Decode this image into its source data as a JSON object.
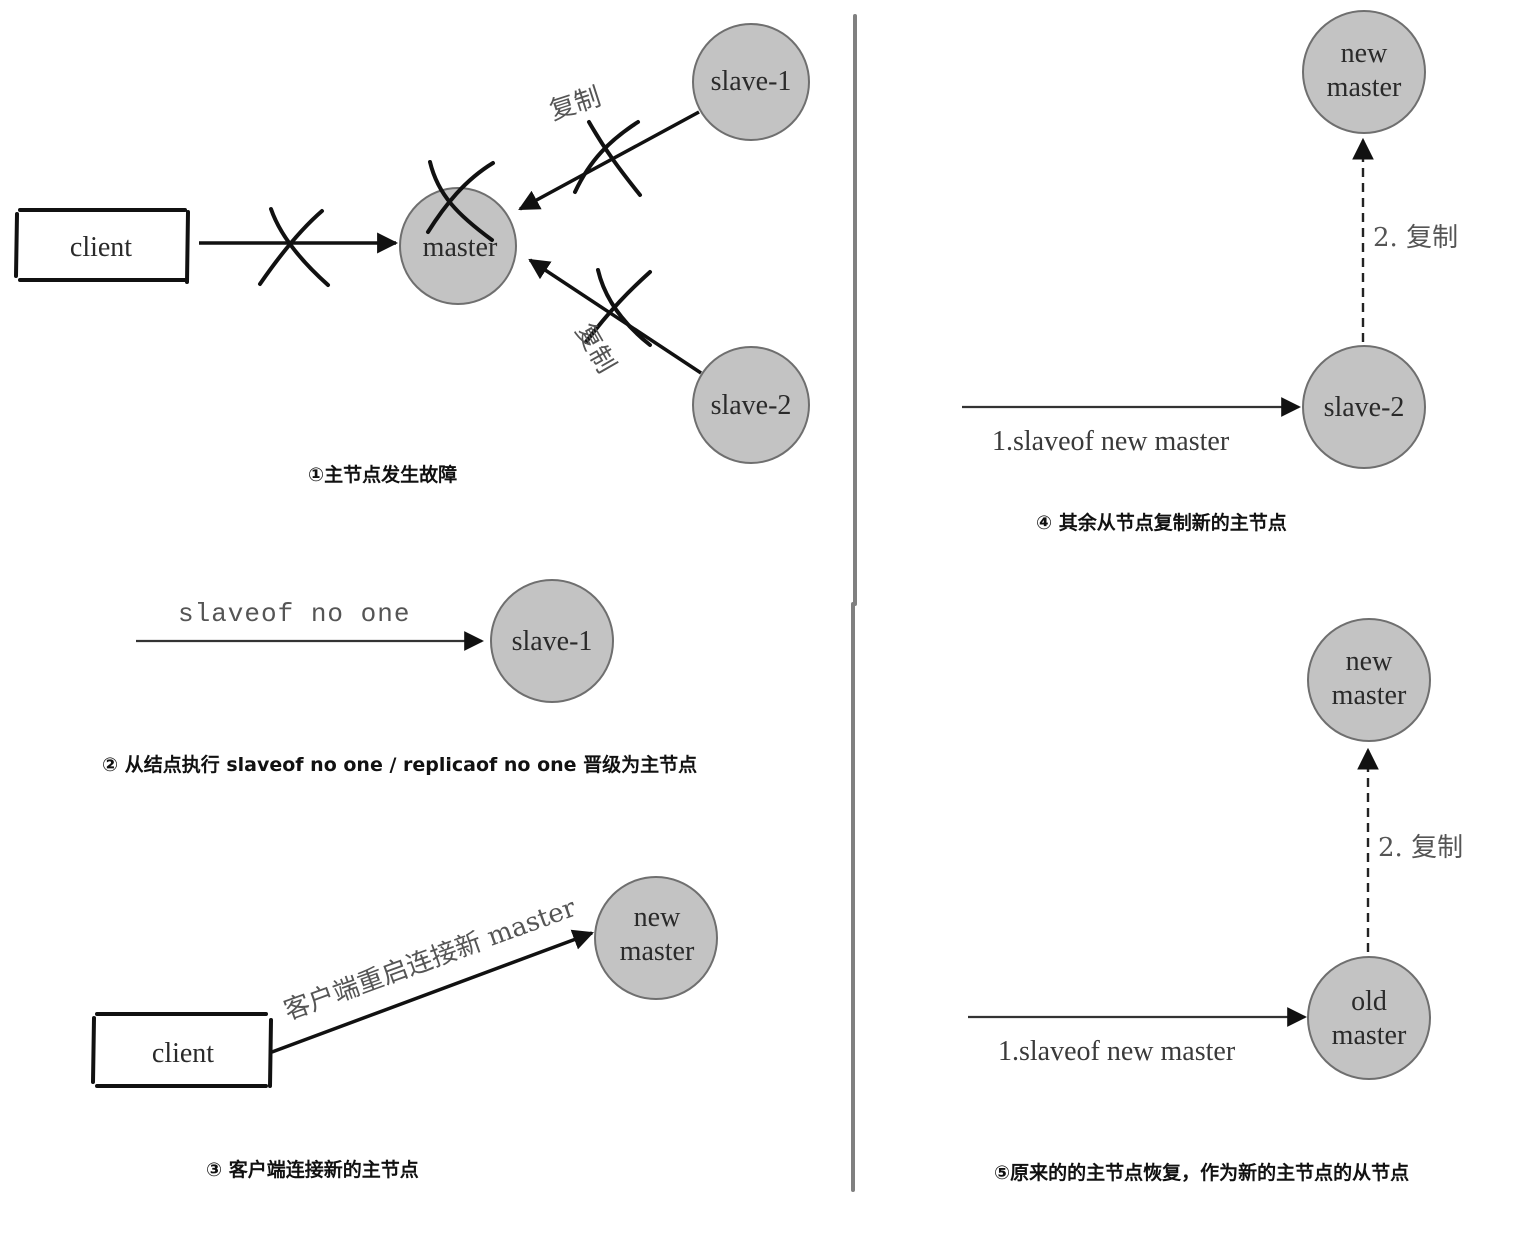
{
  "diagram": {
    "title": "Redis master failover steps",
    "colors": {
      "node_fill": "#c3c3c3",
      "node_stroke": "#6f6f6f",
      "edge": "#111111",
      "divider": "#808080",
      "label_gray": "#555555"
    },
    "panels": [
      {
        "id": "panel-1",
        "caption": "①主节点发生故障",
        "nodes": {
          "client": "client",
          "master": "master",
          "slave1": "slave-1",
          "slave2": "slave-2"
        },
        "edges": [
          {
            "from": "client",
            "to": "master",
            "label": "",
            "broken": true
          },
          {
            "from": "slave-1",
            "to": "master",
            "label": "复制",
            "broken": true
          },
          {
            "from": "slave-2",
            "to": "master",
            "label": "复制",
            "broken": true
          }
        ],
        "master_failed": true
      },
      {
        "id": "panel-2",
        "caption": "② 从结点执行 slaveof no one / replicaof no one 晋级为主节点",
        "nodes": {
          "slave1": "slave-1"
        },
        "edges": [
          {
            "to": "slave-1",
            "label": "slaveof no one"
          }
        ]
      },
      {
        "id": "panel-3",
        "caption": "③ 客户端连接新的主节点",
        "nodes": {
          "client": "client",
          "new_master_line1": "new",
          "new_master_line2": "master"
        },
        "edges": [
          {
            "from": "client",
            "to": "new master",
            "label": "客户端重启连接新 master"
          }
        ]
      },
      {
        "id": "panel-4",
        "caption": "④ 其余从节点复制新的主节点",
        "nodes": {
          "new_master_line1": "new",
          "new_master_line2": "master",
          "slave2": "slave-2"
        },
        "edges": [
          {
            "to": "slave-2",
            "label": "1.slaveof new master",
            "style": "solid"
          },
          {
            "from": "slave-2",
            "to": "new master",
            "label": "2. 复制",
            "style": "dashed"
          }
        ]
      },
      {
        "id": "panel-5",
        "caption": "⑤原来的的主节点恢复，作为新的主节点的从节点",
        "nodes": {
          "new_master_line1": "new",
          "new_master_line2": "master",
          "old_master_line1": "old",
          "old_master_line2": "master"
        },
        "edges": [
          {
            "to": "old master",
            "label": "1.slaveof new master",
            "style": "solid"
          },
          {
            "from": "old master",
            "to": "new master",
            "label": "2. 复制",
            "style": "dashed"
          }
        ]
      }
    ]
  }
}
